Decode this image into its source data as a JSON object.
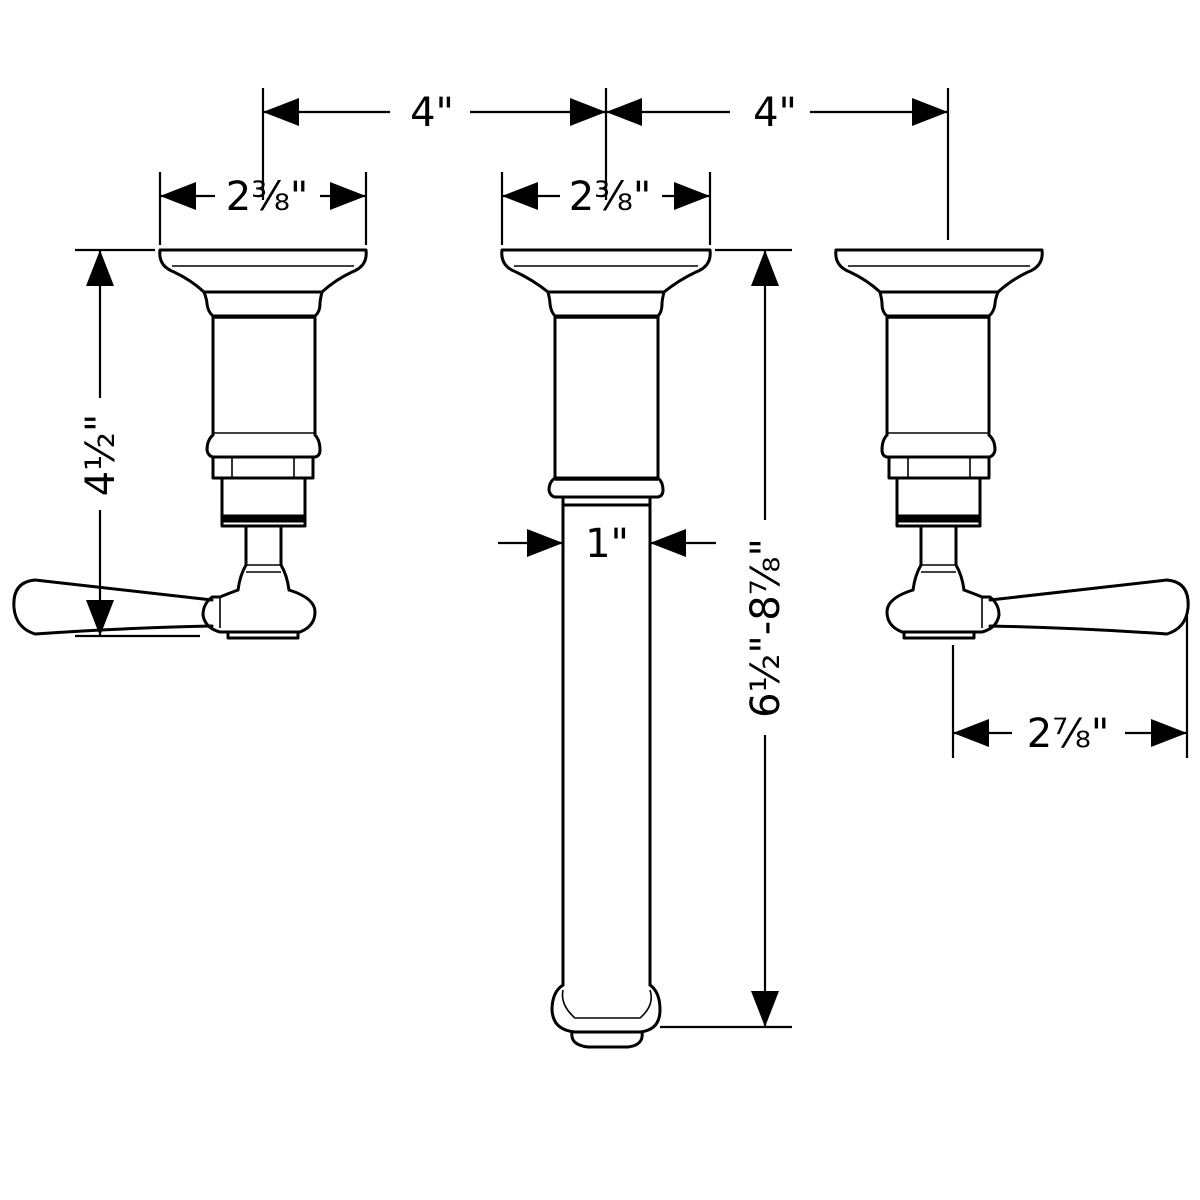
{
  "dimensions": {
    "spacing_left": "4\"",
    "spacing_right": "4\"",
    "left_flange_width": "2³⁄₈\"",
    "spout_flange_width": "2³⁄₈\"",
    "valve_height": "4½\"",
    "spout_diameter": "1\"",
    "spout_length": "6½\"-8⅞\"",
    "handle_reach": "2⅞\""
  },
  "colors": {
    "line": "#000000",
    "background": "#ffffff"
  }
}
